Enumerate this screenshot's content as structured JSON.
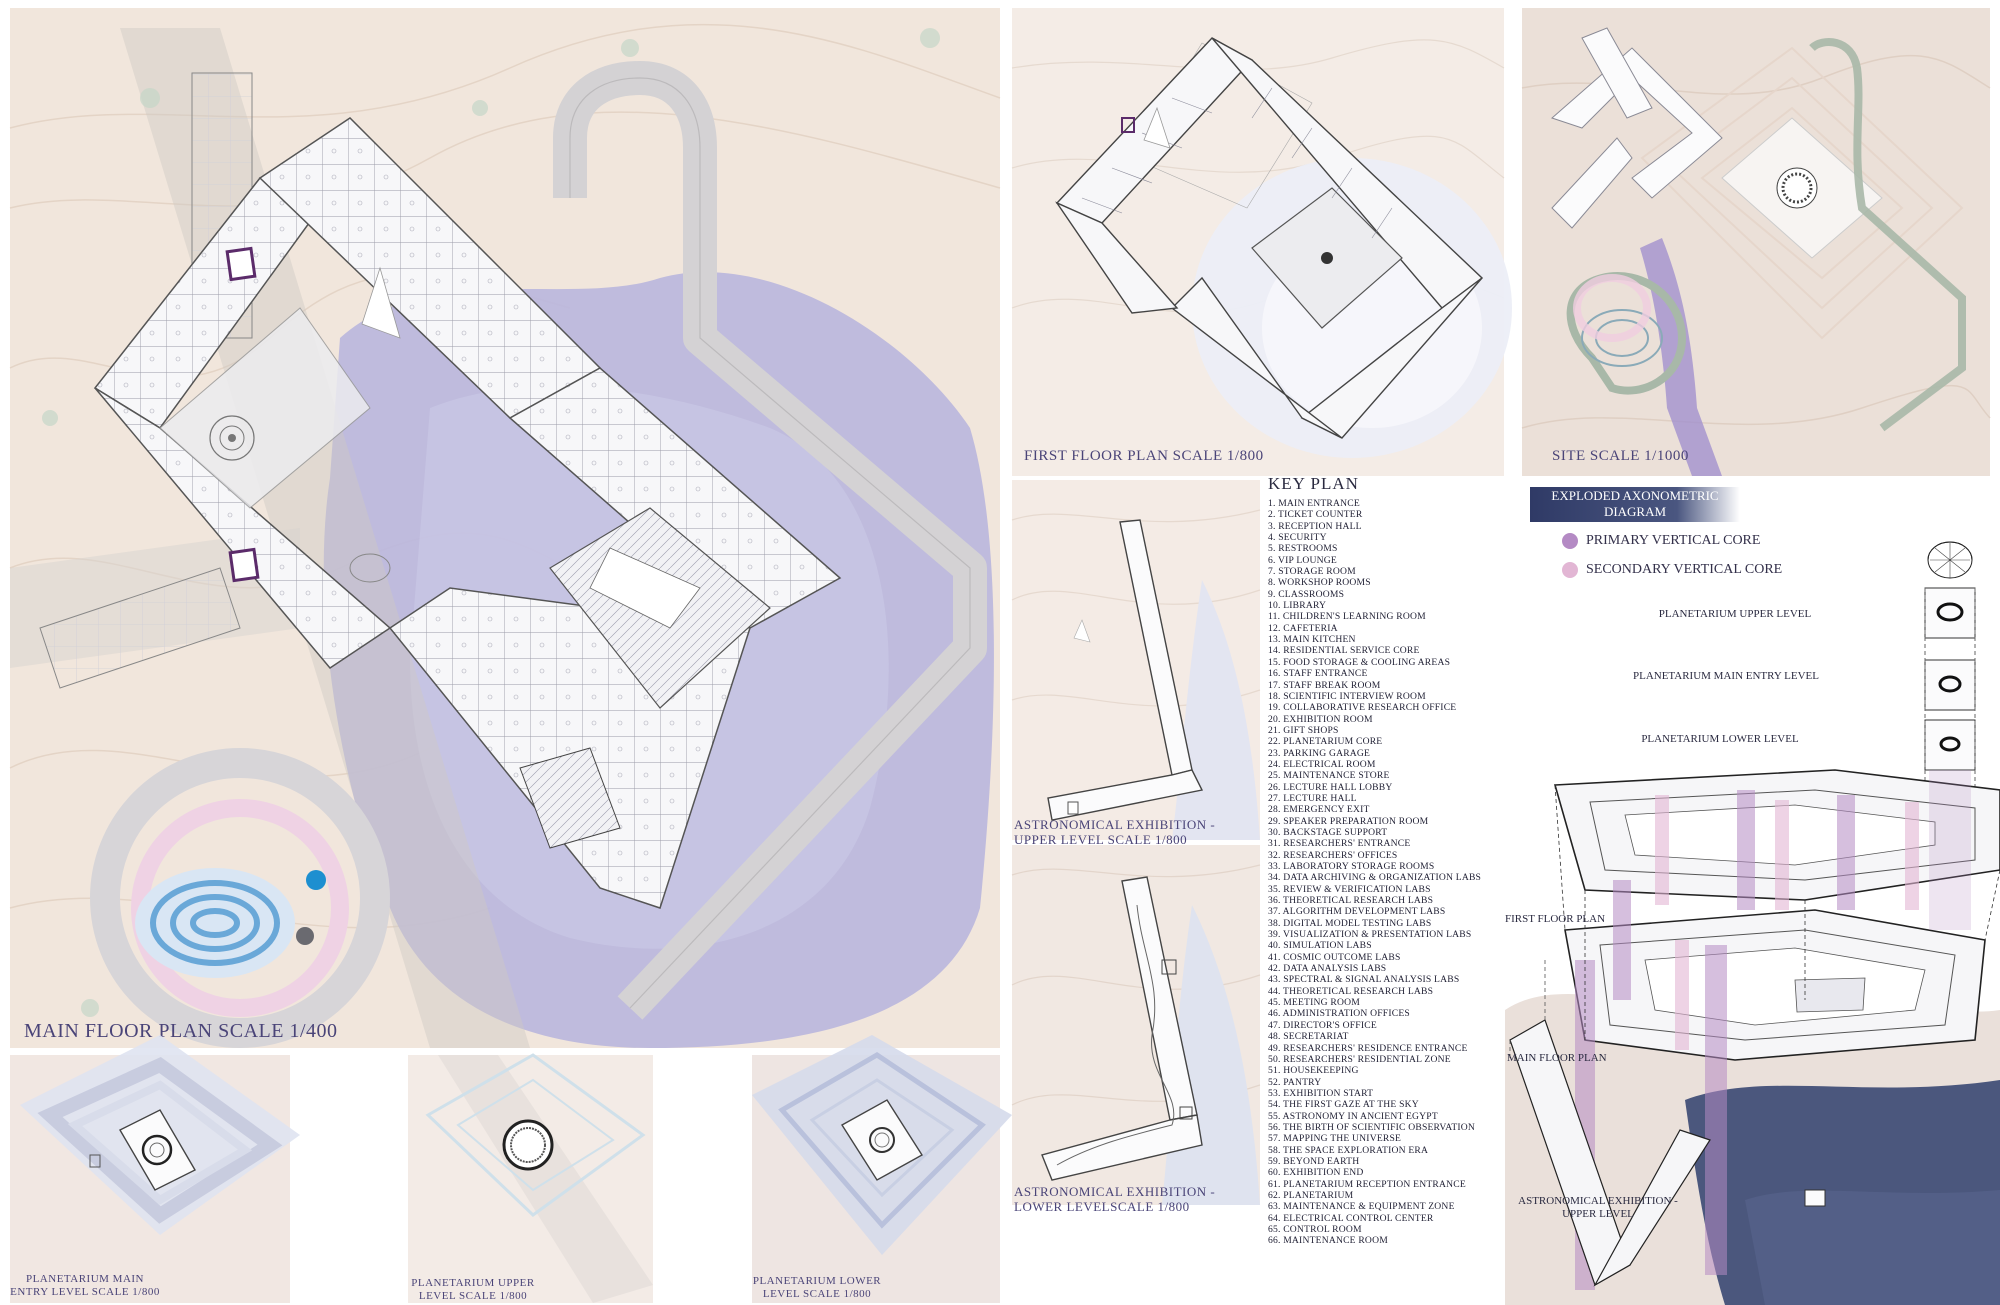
{
  "captions": {
    "main_floor": "MAIN FLOOR PLAN SCALE 1/400",
    "first_floor": "FIRST FLOOR PLAN SCALE 1/800",
    "site": "SITE SCALE 1/1000",
    "astro_upper": "ASTRONOMICAL EXHIBITION -UPPER LEVEL SCALE 1/800",
    "astro_lower": "ASTRONOMICAL EXHIBITION - LOWER LEVELSCALE 1/800",
    "planet_main": "PLANETARIUM MAIN ENTRY LEVEL SCALE 1/800",
    "planet_upper": "PLANETARIUM UPPER LEVEL SCALE 1/800",
    "planet_lower": "PLANETARIUM LOWER LEVEL SCALE 1/800"
  },
  "key_plan": {
    "title": "KEY PLAN",
    "items": [
      "1. MAIN ENTRANCE",
      "2. TICKET COUNTER",
      "3. RECEPTION HALL",
      "4. SECURITY",
      "5. RESTROOMS",
      "6. VIP LOUNGE",
      "7. STORAGE ROOM",
      "8. WORKSHOP ROOMS",
      "9. CLASSROOMS",
      "10. LIBRARY",
      "11. CHILDREN'S LEARNING ROOM",
      "12. CAFETERIA",
      "13. MAIN KITCHEN",
      "14. RESIDENTIAL SERVICE CORE",
      "15. FOOD STORAGE & COOLING AREAS",
      "16. STAFF ENTRANCE",
      "17. STAFF BREAK ROOM",
      "18. SCIENTIFIC INTERVIEW ROOM",
      "19. COLLABORATIVE RESEARCH OFFICE",
      "20. EXHIBITION ROOM",
      "21. GIFT SHOPS",
      "22. PLANETARIUM CORE",
      "23. PARKING GARAGE",
      "24. ELECTRICAL ROOM",
      "25. MAINTENANCE STORE",
      "26. LECTURE HALL LOBBY",
      "27. LECTURE HALL",
      "28. EMERGENCY EXIT",
      "29. SPEAKER PREPARATION ROOM",
      "30. BACKSTAGE SUPPORT",
      "31. RESEARCHERS' ENTRANCE",
      "32. RESEARCHERS' OFFICES",
      "33. LABORATORY STORAGE ROOMS",
      "34. DATA ARCHIVING & ORGANIZATION LABS",
      "35. REVIEW & VERIFICATION LABS",
      "36. THEORETICAL RESEARCH LABS",
      "37. ALGORITHM DEVELOPMENT LABS",
      "38. DIGITAL MODEL TESTING LABS",
      "39. VISUALIZATION & PRESENTATION LABS",
      "40. SIMULATION LABS",
      "41. COSMIC OUTCOME LABS",
      "42. DATA ANALYSIS LABS",
      "43. SPECTRAL & SIGNAL ANALYSIS LABS",
      "44. THEORETICAL RESEARCH LABS",
      "45. MEETING ROOM",
      "46. ADMINISTRATION OFFICES",
      "47. DIRECTOR'S OFFICE",
      "48. SECRETARIAT",
      "49. RESEARCHERS' RESIDENCE ENTRANCE",
      "50. RESEARCHERS' RESIDENTIAL ZONE",
      "51. HOUSEKEEPING",
      "52. PANTRY",
      "53. EXHIBITION START",
      "54. THE FIRST GAZE AT THE SKY",
      "55. ASTRONOMY IN ANCIENT EGYPT",
      "56. THE BIRTH OF SCIENTIFIC OBSERVATION",
      "57. MAPPING THE UNIVERSE",
      "58. THE SPACE EXPLORATION ERA",
      "59. BEYOND EARTH",
      "60. EXHIBITION END",
      "61. PLANETARIUM RECEPTION ENTRANCE",
      "62. PLANETARIUM",
      "63. MAINTENANCE & EQUIPMENT ZONE",
      "64. ELECTRICAL CONTROL CENTER",
      "65. CONTROL ROOM",
      "66. MAINTENANCE ROOM"
    ]
  },
  "axonometric": {
    "title_line1": "EXPLODED AXONOMETRIC",
    "title_line2": "DIAGRAM",
    "legend": [
      {
        "label": "PRIMARY VERTICAL CORE",
        "color": "#b48ac4"
      },
      {
        "label": "SECONDARY VERTICAL CORE",
        "color": "#e2b6d4"
      }
    ],
    "labels": {
      "planet_upper": "PLANETARIUM UPPER LEVEL",
      "planet_main": "PLANETARIUM MAIN ENTRY LEVEL",
      "planet_lower": "PLANETARIUM LOWER LEVEL",
      "first_floor": "FIRST FLOOR PLAN",
      "main_floor": "MAIN FLOOR PLAN",
      "astro_upper": "ASTRONOMICAL EXHIBITION -UPPER LEVEL"
    }
  },
  "colors": {
    "terrain": "#f1e6dc",
    "water": "#b9b6dd",
    "accent_purple": "#5b2b6a",
    "caption": "#4a4478"
  }
}
